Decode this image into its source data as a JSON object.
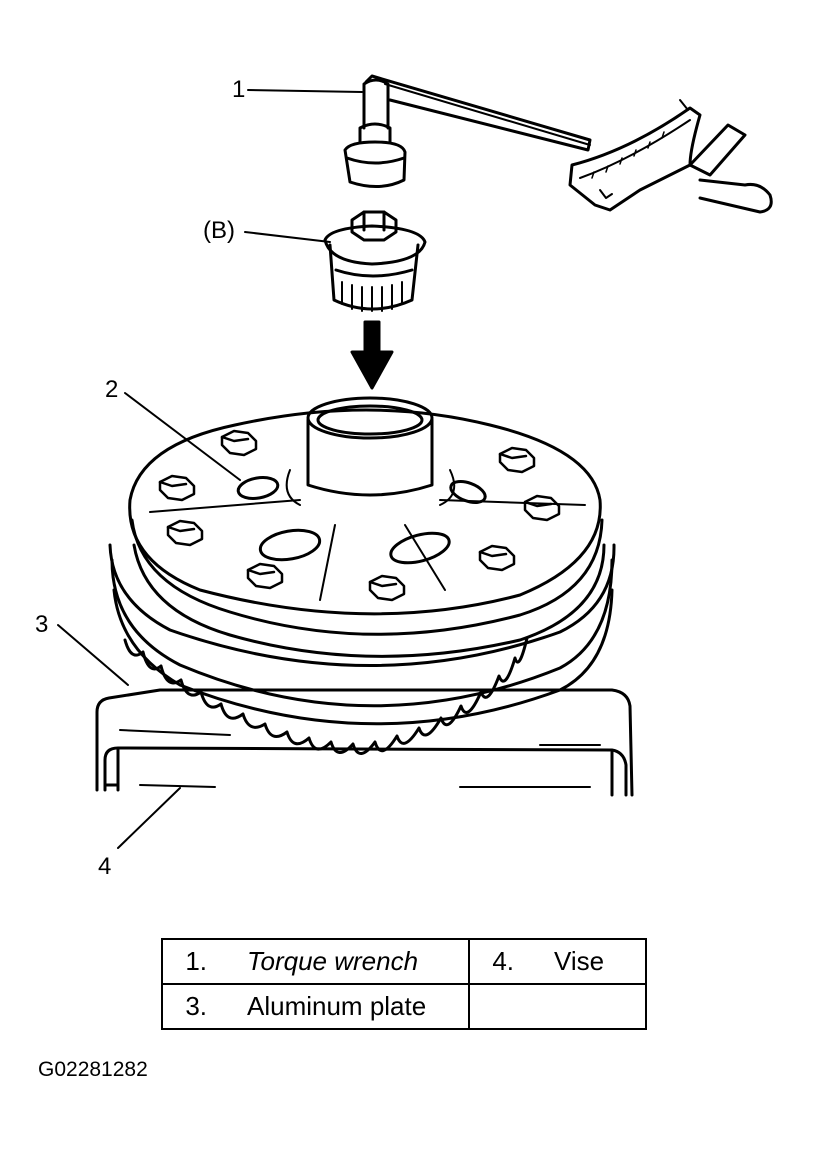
{
  "callouts": {
    "c1": "1",
    "cB": "(B)",
    "c2": "2",
    "c3": "3",
    "c4": "4"
  },
  "legend": {
    "rows": [
      [
        {
          "num": "1.",
          "label": "Torque wrench"
        },
        {
          "num": "4.",
          "label": "Vise"
        }
      ],
      [
        {
          "num": "3.",
          "label": "Aluminum plate"
        },
        {
          "num": "",
          "label": ""
        }
      ]
    ]
  },
  "figure_id": "G02281282"
}
